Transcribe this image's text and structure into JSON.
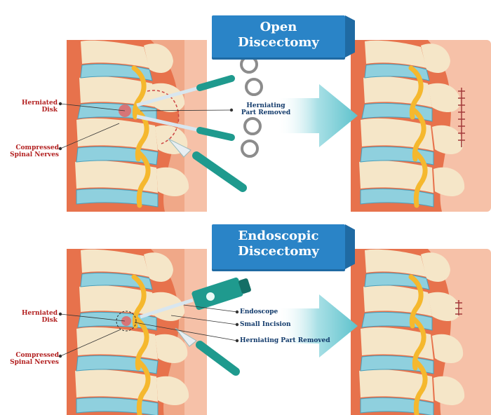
{
  "top": {
    "title_line1": "Open",
    "title_line2": "Discectomy",
    "labels": {
      "herniated_disk_line1": "Herniated",
      "herniated_disk_line2": "Disk",
      "compressed_line1": "Compressed",
      "compressed_line2": "Spinal Nerves",
      "removed_line1": "Herniating",
      "removed_line2": "Part Removed"
    }
  },
  "bottom": {
    "title_line1": "Endoscopic",
    "title_line2": "Discectomy",
    "labels": {
      "herniated_disk_line1": "Herniated",
      "herniated_disk_line2": "Disk",
      "compressed_line1": "Compressed",
      "compressed_line2": "Spinal Nerves",
      "endoscope": "Endoscope",
      "small_incision": "Small Incision",
      "removed": "Herniating Part Removed"
    }
  },
  "colors": {
    "skin": "#f0a888",
    "muscle": "#e7724c",
    "bone": "#f5e6c8",
    "disk": "#8fd0de",
    "nerve": "#f5b82e",
    "instrument": "#1f9a8e",
    "banner": "#2a84c7",
    "arrow": "#6cc8d2",
    "label_red": "#b21f1f",
    "label_blue": "#123a6b"
  }
}
